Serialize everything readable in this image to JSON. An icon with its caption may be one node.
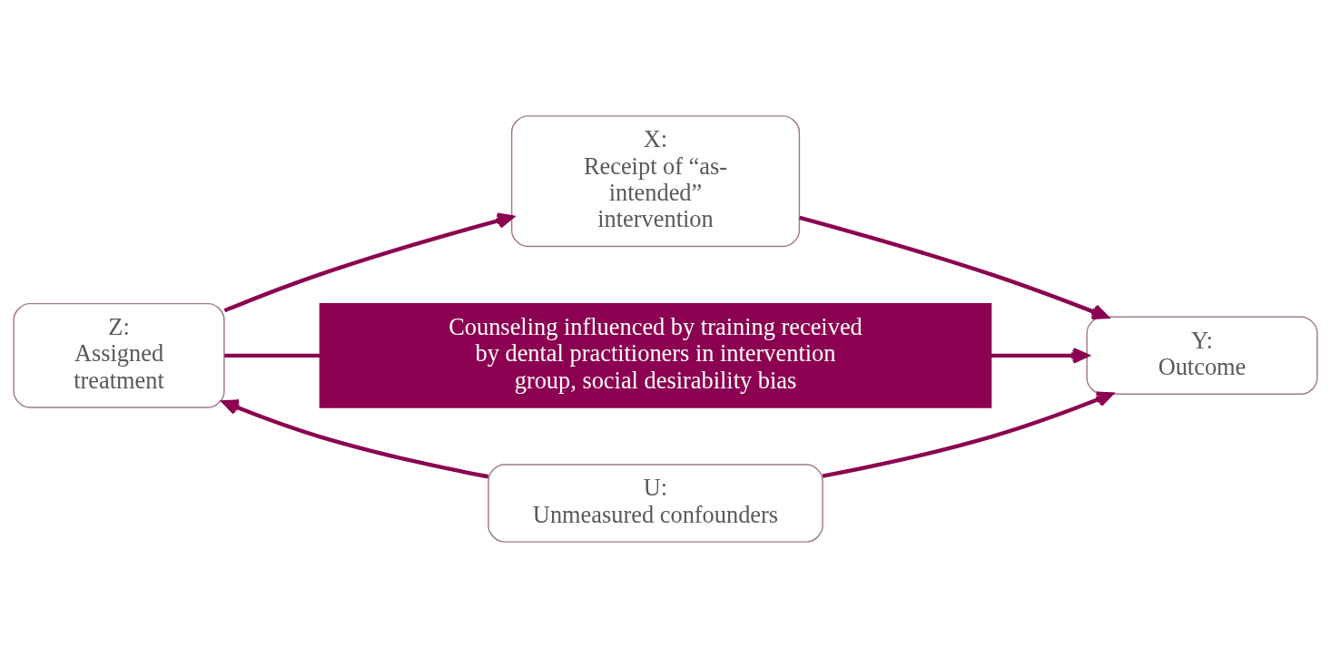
{
  "diagram": {
    "nodes": [
      {
        "text": [
          "Z:",
          "Assigned treatment"
        ]
      },
      {
        "text": [
          "X:",
          "Receipt of “as-intended” intervention"
        ]
      },
      {
        "text": [
          "Y:",
          "Outcome"
        ]
      },
      {
        "text": [
          "U:",
          "Unmeasured confounders"
        ]
      },
      {
        "text": [
          "Counseling influenced by training received by dental practitioners in intervention group, social desirability bias"
        ]
      }
    ],
    "edges": [
      {
        "from": 0,
        "to": 1,
        "arrow": "to"
      },
      {
        "from": 1,
        "to": 2,
        "arrow": "to"
      },
      {
        "from": 0,
        "to": 4,
        "arrow": "none"
      },
      {
        "from": 4,
        "to": 2,
        "arrow": "to"
      },
      {
        "from": 3,
        "to": 0,
        "arrow": "to"
      },
      {
        "from": 3,
        "to": 2,
        "arrow": "to"
      }
    ]
  }
}
